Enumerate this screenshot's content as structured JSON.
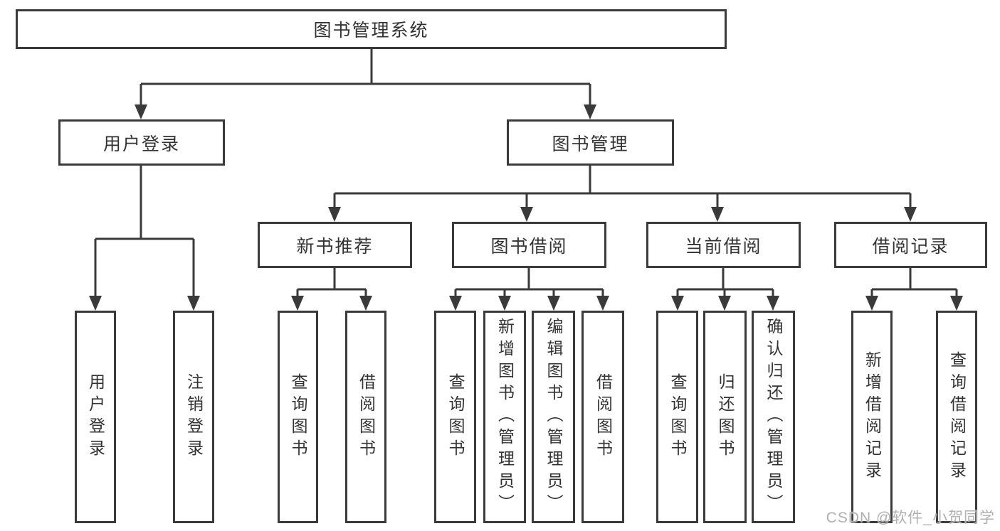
{
  "tree": {
    "label": "图书管理系统",
    "children": [
      {
        "label": "用户登录",
        "children": [
          {
            "label": "用户登录"
          },
          {
            "label": "注销登录"
          }
        ]
      },
      {
        "label": "图书管理",
        "children": [
          {
            "label": "新书推荐",
            "children": [
              {
                "label": "查询图书"
              },
              {
                "label": "借阅图书"
              }
            ]
          },
          {
            "label": "图书借阅",
            "children": [
              {
                "label": "查询图书"
              },
              {
                "label": "新增图书（管理员）"
              },
              {
                "label": "编辑图书（管理员）"
              },
              {
                "label": "借阅图书"
              }
            ]
          },
          {
            "label": "当前借阅",
            "children": [
              {
                "label": "查询图书"
              },
              {
                "label": "归还图书"
              },
              {
                "label": "确认归还（管理员）"
              }
            ]
          },
          {
            "label": "借阅记录",
            "children": [
              {
                "label": "新增借阅记录"
              },
              {
                "label": "查询借阅记录"
              }
            ]
          }
        ]
      }
    ]
  },
  "watermark": {
    "text": "CSDN @软件_小贺同学"
  },
  "colors": {
    "line": "#3a3a3a",
    "text": "#333333",
    "watermark": "#b0b0b0",
    "background": "#ffffff"
  }
}
